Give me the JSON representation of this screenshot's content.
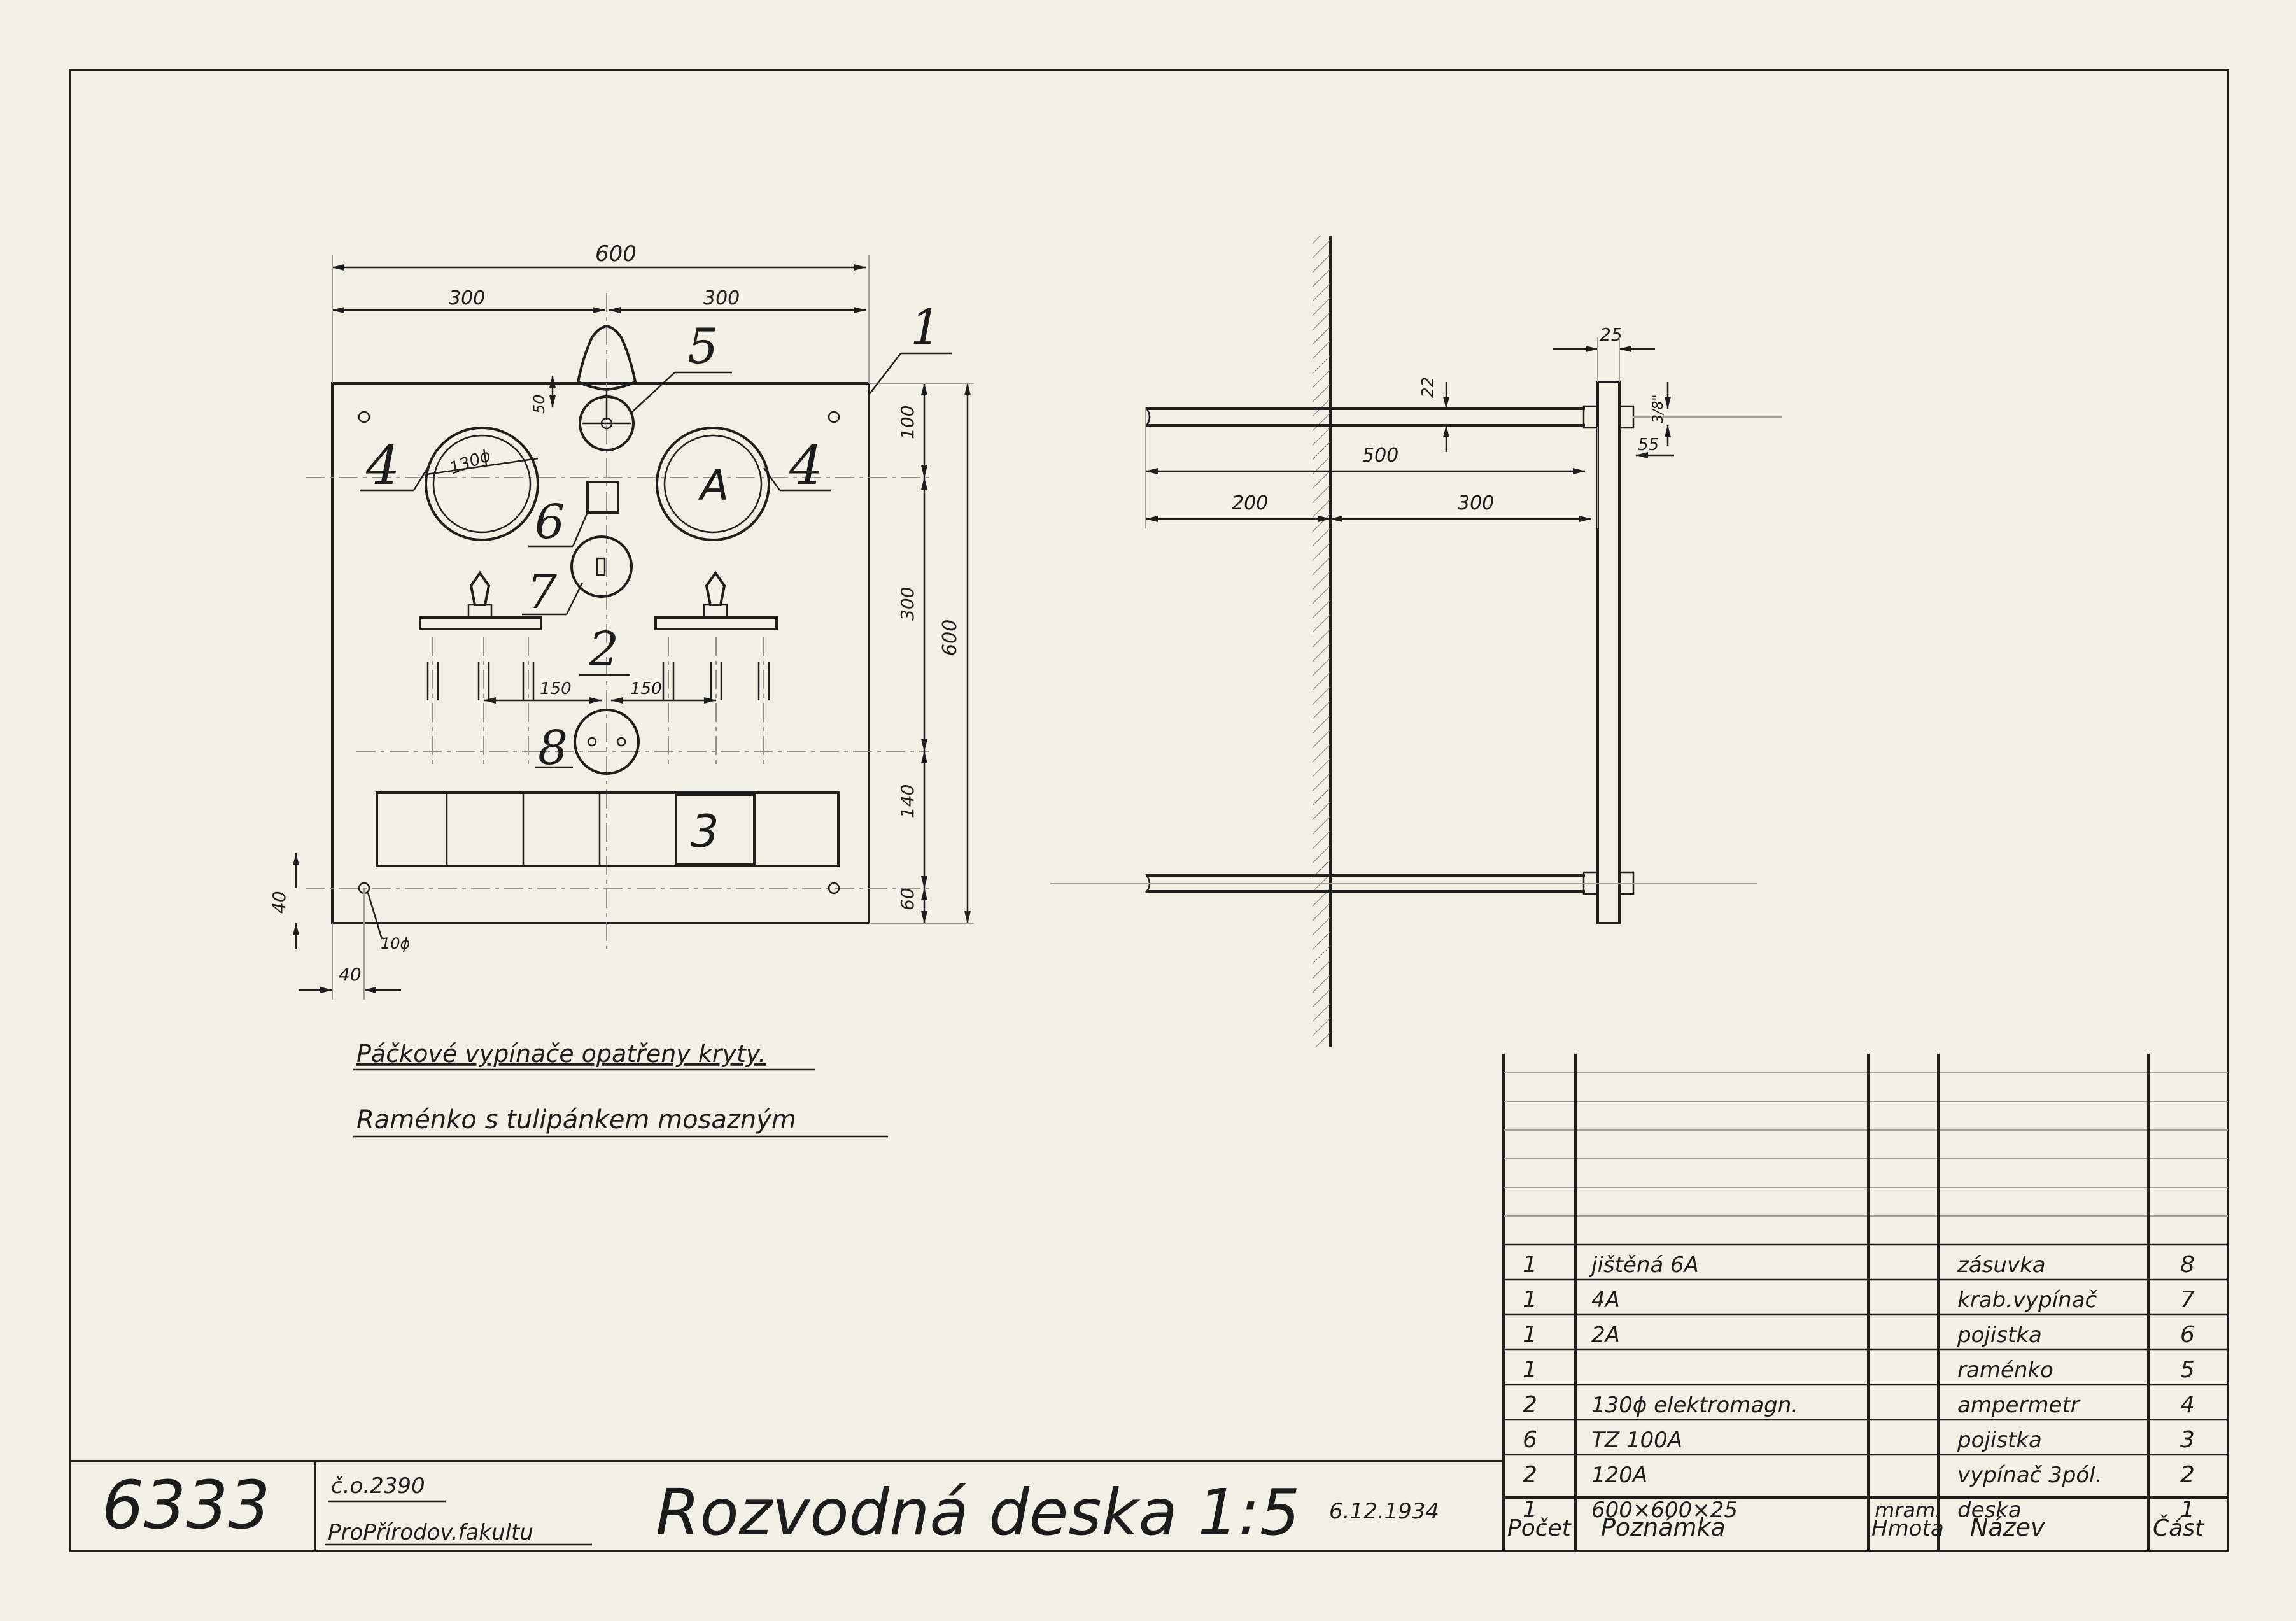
{
  "drawing": {
    "number": "6333",
    "order_no": "č.o.2390",
    "customer": "ProPřírodov.fakultu",
    "title": "Rozvodná deska 1:5",
    "date": "6.12.1934"
  },
  "notes": [
    "Páčkové vypínače opatřeny kryty.",
    "Raménko s tulipánkem mosazným"
  ],
  "front_view": {
    "dims": {
      "width_total": "600",
      "half_left": "300",
      "half_right": "300",
      "height_total": "600",
      "top_offset": "100",
      "middle": "300",
      "fuses_zone": "140",
      "bottom_offset": "60",
      "hole_v": "40",
      "hole_h": "40",
      "hole_dia": "10ϕ",
      "gauge_dia": "130ϕ",
      "bracket_drop": "50",
      "switch_left": "150",
      "switch_right": "150"
    },
    "labels": {
      "p1": "1",
      "p2": "2",
      "p3": "3",
      "p4_left": "4",
      "p4_right": "4",
      "p5": "5",
      "p6": "6",
      "p7": "7",
      "p8": "8",
      "ammeter_letter": "A"
    }
  },
  "side_view": {
    "dims": {
      "thickness": "25",
      "bolt_dia": "3/8\"",
      "bolt_gap": "22",
      "bolt_nut": "55",
      "length": "500",
      "wall_part": "200",
      "front_part": "300"
    }
  },
  "parts_table": {
    "headers": {
      "qty": "Počet",
      "note": "Poznámka",
      "material": "Hmota",
      "name": "Název",
      "part": "Část"
    },
    "rows": [
      {
        "qty": "1",
        "note": "jištěná 6A",
        "material": "",
        "name": "zásuvka",
        "part": "8"
      },
      {
        "qty": "1",
        "note": "4A",
        "material": "",
        "name": "krab.vypínač",
        "part": "7"
      },
      {
        "qty": "1",
        "note": "2A",
        "material": "",
        "name": "pojistka",
        "part": "6"
      },
      {
        "qty": "1",
        "note": "",
        "material": "",
        "name": "raménko",
        "part": "5"
      },
      {
        "qty": "2",
        "note": "130ϕ elektromagn.",
        "material": "",
        "name": "ampermetr",
        "part": "4"
      },
      {
        "qty": "6",
        "note": "TZ 100A",
        "material": "",
        "name": "pojistka",
        "part": "3"
      },
      {
        "qty": "2",
        "note": "120A",
        "material": "",
        "name": "vypínač 3pól.",
        "part": "2"
      },
      {
        "qty": "1",
        "note": "600×600×25",
        "material": "mram.",
        "name": "deska",
        "part": "1"
      }
    ]
  }
}
